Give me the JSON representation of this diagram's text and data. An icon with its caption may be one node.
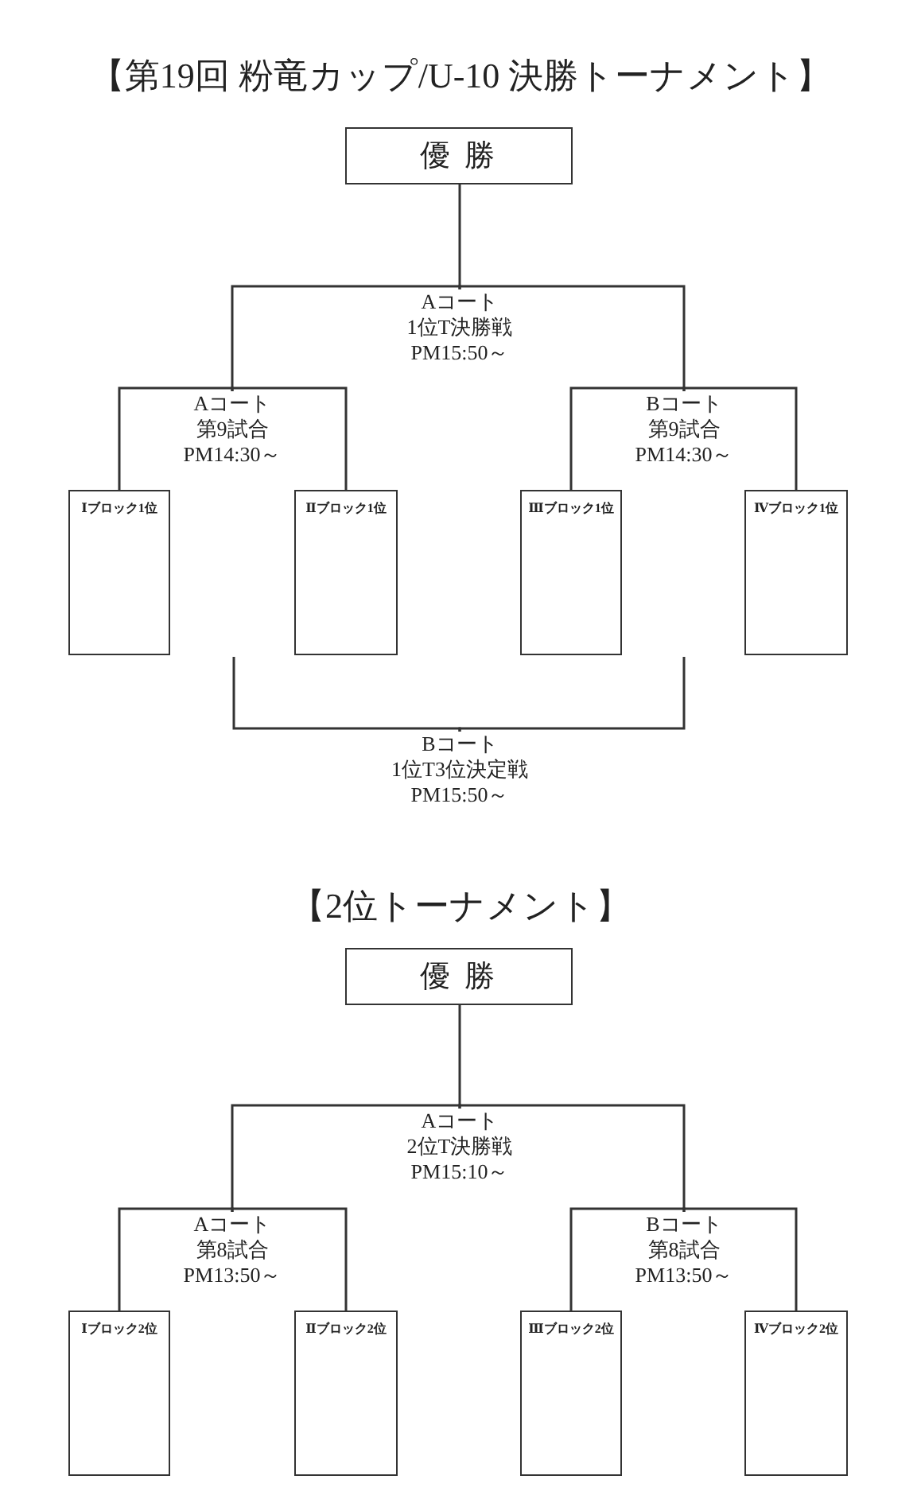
{
  "diagram": {
    "title": "【第19回 粉竜カップ/U-10 決勝トーナメント】",
    "nodes": [
      {
        "text": [
          "優 勝"
        ]
      },
      {
        "text": [
          "Aコート",
          "1位T決勝戦",
          "PM15:50～"
        ]
      },
      {
        "text": [
          "Aコート",
          "第9試合",
          "PM14:30～"
        ]
      },
      {
        "text": [
          "Bコート",
          "第9試合",
          "PM14:30～"
        ]
      },
      {
        "text": [
          "Ⅰブロック1位"
        ]
      },
      {
        "text": [
          "Ⅱブロック1位"
        ]
      },
      {
        "text": [
          "Ⅲブロック1位"
        ]
      },
      {
        "text": [
          "Ⅳブロック1位"
        ]
      },
      {
        "text": [
          "Bコート",
          "1位T3位決定戦",
          "PM15:50～"
        ]
      },
      {
        "text": [
          "優 勝"
        ]
      },
      {
        "text": [
          "Aコート",
          "2位T決勝戦",
          "PM15:10～"
        ]
      },
      {
        "text": [
          "Aコート",
          "第8試合",
          "PM13:50～"
        ]
      },
      {
        "text": [
          "Bコート",
          "第8試合",
          "PM13:50～"
        ]
      },
      {
        "text": [
          "Ⅰブロック2位"
        ]
      },
      {
        "text": [
          "Ⅱブロック2位"
        ]
      },
      {
        "text": [
          "Ⅲブロック2位"
        ]
      },
      {
        "text": [
          "Ⅳブロック2位"
        ]
      }
    ],
    "edges": [
      {
        "from": 1,
        "to": 0,
        "arrow": "none"
      },
      {
        "from": 2,
        "to": 1,
        "arrow": "none"
      },
      {
        "from": 3,
        "to": 1,
        "arrow": "none"
      },
      {
        "from": 4,
        "to": 2,
        "arrow": "none"
      },
      {
        "from": 5,
        "to": 2,
        "arrow": "none"
      },
      {
        "from": 6,
        "to": 3,
        "arrow": "none"
      },
      {
        "from": 7,
        "to": 3,
        "arrow": "none"
      },
      {
        "from": null,
        "to": 8,
        "arrow": "none"
      },
      {
        "from": null,
        "to": 8,
        "arrow": "none"
      },
      {
        "from": 10,
        "to": 9,
        "arrow": "none"
      },
      {
        "from": 11,
        "to": 10,
        "arrow": "none"
      },
      {
        "from": 12,
        "to": 10,
        "arrow": "none"
      },
      {
        "from": 13,
        "to": 11,
        "arrow": "none"
      },
      {
        "from": 14,
        "to": 11,
        "arrow": "none"
      },
      {
        "from": 15,
        "to": 12,
        "arrow": "none"
      },
      {
        "from": 16,
        "to": 12,
        "arrow": "none"
      }
    ],
    "labels": [
      "【2位トーナメント】"
    ]
  }
}
